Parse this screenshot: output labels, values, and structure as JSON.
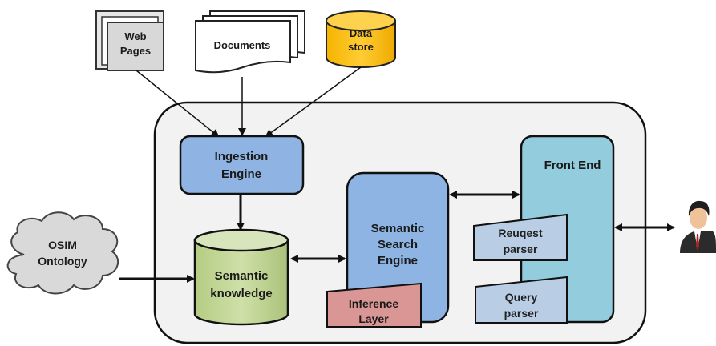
{
  "nodes": {
    "web_pages": {
      "line1": "Web",
      "line2": "Pages"
    },
    "documents": {
      "label": "Documents"
    },
    "data_store": {
      "line1": "Data",
      "line2": "store"
    },
    "ingestion_engine": {
      "line1": "Ingestion",
      "line2": "Engine"
    },
    "semantic_knowledge": {
      "line1": "Semantic",
      "line2": "knowledge"
    },
    "osim_ontology": {
      "line1": "OSIM",
      "line2": "Ontology"
    },
    "semantic_search_engine": {
      "line1": "Semantic",
      "line2": "Search",
      "line3": "Engine"
    },
    "inference_layer": {
      "line1": "Inference",
      "line2": "Layer"
    },
    "front_end": {
      "label": "Front End"
    },
    "request_parser": {
      "line1": "Reuqest",
      "line2": "parser"
    },
    "query_parser": {
      "line1": "Query",
      "line2": "parser"
    }
  },
  "icons": {
    "user": "user-icon"
  },
  "colors": {
    "container_fill": "#f2f2f2",
    "ingestion_fill": "#8fb4e3",
    "knowledge_fill": "#c3d69b",
    "data_store_fill": "#ffc000",
    "search_engine_fill": "#8eb4e3",
    "inference_fill": "#d99694",
    "front_end_fill": "#93cddd",
    "parser_fill": "#b9cde5",
    "cloud_fill": "#d9d9d9"
  }
}
